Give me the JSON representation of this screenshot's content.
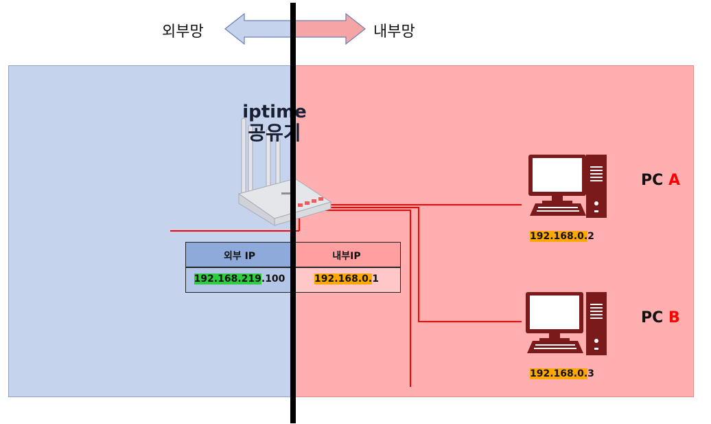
{
  "header": {
    "external_label": "외부망",
    "internal_label": "내부망"
  },
  "router": {
    "title_line1": "iptime",
    "title_line2": "공유기"
  },
  "ip_table": {
    "external_header": "외부 IP",
    "internal_header": "내부IP",
    "external_ip_highlight": "192.168.219",
    "external_ip_rest": ".100",
    "internal_ip_highlight": "192.168.0.",
    "internal_ip_rest": "1"
  },
  "pcs": [
    {
      "label_prefix": "PC",
      "label_letter": "A",
      "ip_highlight": "192.168.0.",
      "ip_rest": "2"
    },
    {
      "label_prefix": "PC",
      "label_letter": "B",
      "ip_highlight": "192.168.0.",
      "ip_rest": "3"
    }
  ],
  "colors": {
    "external_zone": "#c5d3ec",
    "internal_zone": "#ffafaf",
    "ip_highlight_internal": "#ffa800",
    "ip_highlight_external": "#2ecc40",
    "cable": "#ff0000",
    "pc_icon": "#7a1a1a"
  }
}
